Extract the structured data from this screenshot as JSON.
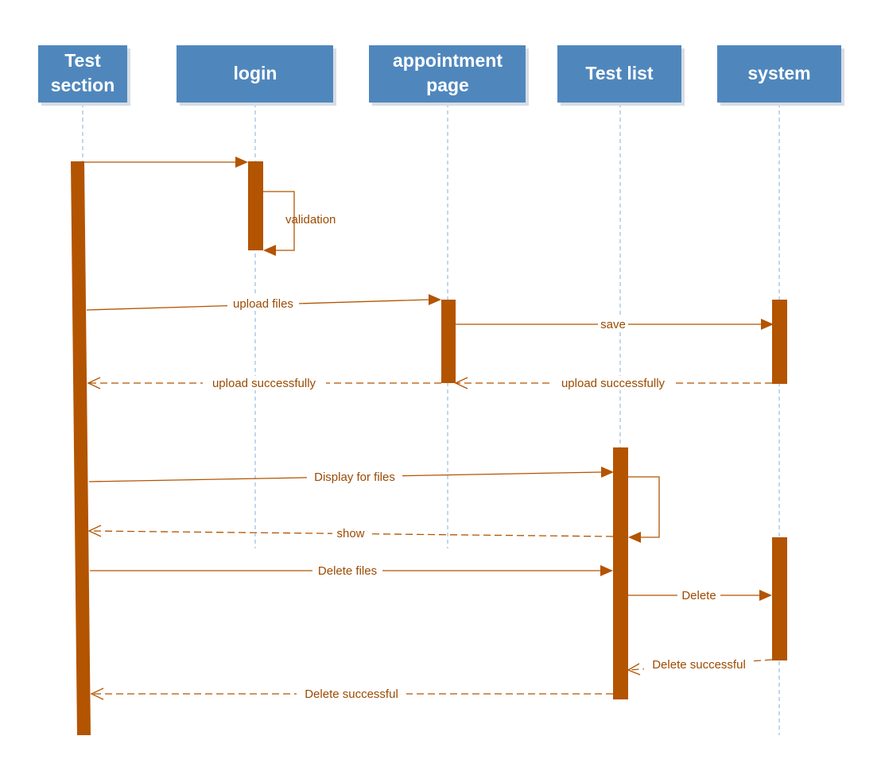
{
  "participants": [
    {
      "id": "test-section",
      "lines": [
        "Test",
        "section"
      ]
    },
    {
      "id": "login",
      "lines": [
        "login"
      ]
    },
    {
      "id": "appointment-page",
      "lines": [
        "appointment",
        "page"
      ]
    },
    {
      "id": "test-list",
      "lines": [
        "Test list"
      ]
    },
    {
      "id": "system",
      "lines": [
        "system"
      ]
    }
  ],
  "messages": [
    {
      "id": "login-call",
      "from": "test-section",
      "to": "login",
      "label": "",
      "style": "solid"
    },
    {
      "id": "validation",
      "from": "login",
      "to": "login",
      "label": "validation",
      "style": "self"
    },
    {
      "id": "upload-files",
      "from": "test-section",
      "to": "appointment-page",
      "label": "upload files",
      "style": "solid"
    },
    {
      "id": "save",
      "from": "appointment-page",
      "to": "system",
      "label": "save",
      "style": "solid"
    },
    {
      "id": "upload-successfully-1",
      "from": "appointment-page",
      "to": "test-section",
      "label": "upload successfully",
      "style": "dashed"
    },
    {
      "id": "upload-successfully-2",
      "from": "system",
      "to": "appointment-page",
      "label": "upload successfully",
      "style": "dashed"
    },
    {
      "id": "display-for-files",
      "from": "test-section",
      "to": "test-list",
      "label": "Display for files",
      "style": "solid"
    },
    {
      "id": "list-self",
      "from": "test-list",
      "to": "test-list",
      "label": "",
      "style": "self"
    },
    {
      "id": "show",
      "from": "test-list",
      "to": "test-section",
      "label": "show",
      "style": "dashed"
    },
    {
      "id": "delete-files",
      "from": "test-section",
      "to": "test-list",
      "label": "Delete files",
      "style": "solid"
    },
    {
      "id": "delete",
      "from": "test-list",
      "to": "system",
      "label": "Delete",
      "style": "solid"
    },
    {
      "id": "delete-successful-1",
      "from": "system",
      "to": "test-list",
      "label": "Delete successful",
      "style": "dashed"
    },
    {
      "id": "delete-successful-2",
      "from": "test-list",
      "to": "test-section",
      "label": "Delete successful",
      "style": "dashed"
    }
  ],
  "colors": {
    "participant_fill": "#4f87bd",
    "activation_fill": "#b35400",
    "message_stroke": "#b35400",
    "lifeline_stroke": "#7fb0dd"
  }
}
